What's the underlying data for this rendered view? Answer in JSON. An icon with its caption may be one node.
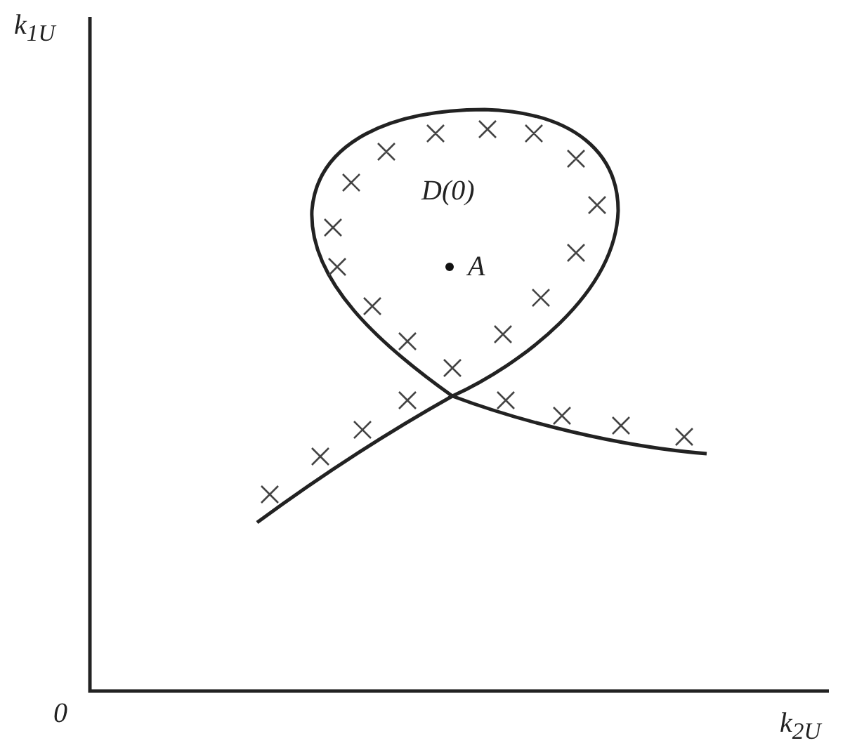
{
  "diagram": {
    "labels": [
      "k$_{1U}$",
      "D(0)",
      "A",
      "0",
      "k$_{2U}$"
    ]
  }
}
